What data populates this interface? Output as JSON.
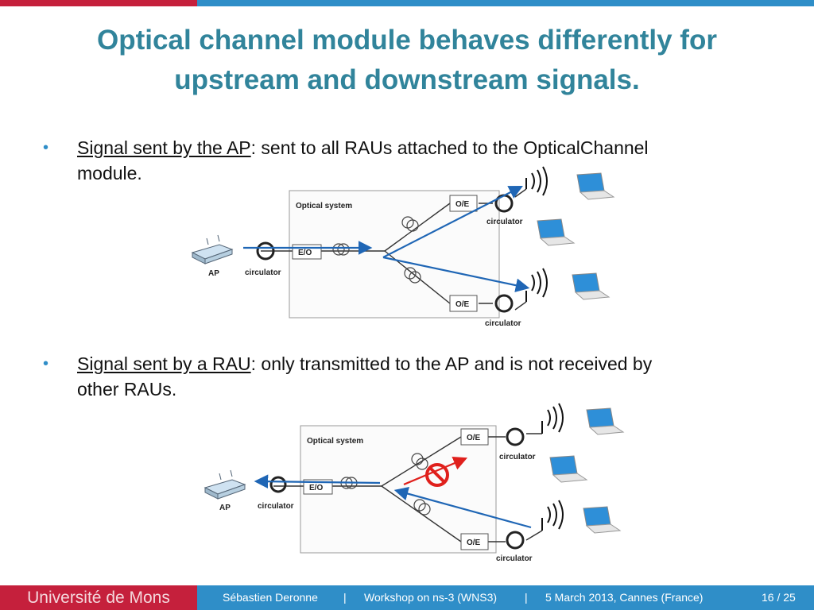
{
  "slide": {
    "title_line1": "Optical channel module behaves differently for",
    "title_line2": "upstream and downstream signals."
  },
  "bullets": [
    {
      "marker": "•",
      "link_text": "Signal sent by the AP",
      "rest_line1": ": sent to all RAUs attached to the OpticalChannel",
      "rest_line2": "module."
    },
    {
      "marker": "•",
      "link_text": "Signal sent by a RAU",
      "rest_line1": ": only transmitted to the AP and is not received by",
      "rest_line2": "other RAUs."
    }
  ],
  "diagram_labels": {
    "optical_system": "Optical system",
    "eo": "E/O",
    "oe": "O/E",
    "circulator": "circulator",
    "ap": "AP"
  },
  "footer": {
    "university": "Université de Mons",
    "author": "Sébastien Deronne",
    "sep1": "|",
    "event": "Workshop on ns-3 (WNS3)",
    "sep2": "|",
    "date_place": "5 March 2013, Cannes (France)",
    "page": "16 / 25"
  },
  "colors": {
    "accent_red": "#c5203c",
    "accent_blue": "#2f8ec8",
    "title": "#31849b",
    "arrow_blue": "#1f66b5",
    "arrow_red": "#e0201c"
  }
}
